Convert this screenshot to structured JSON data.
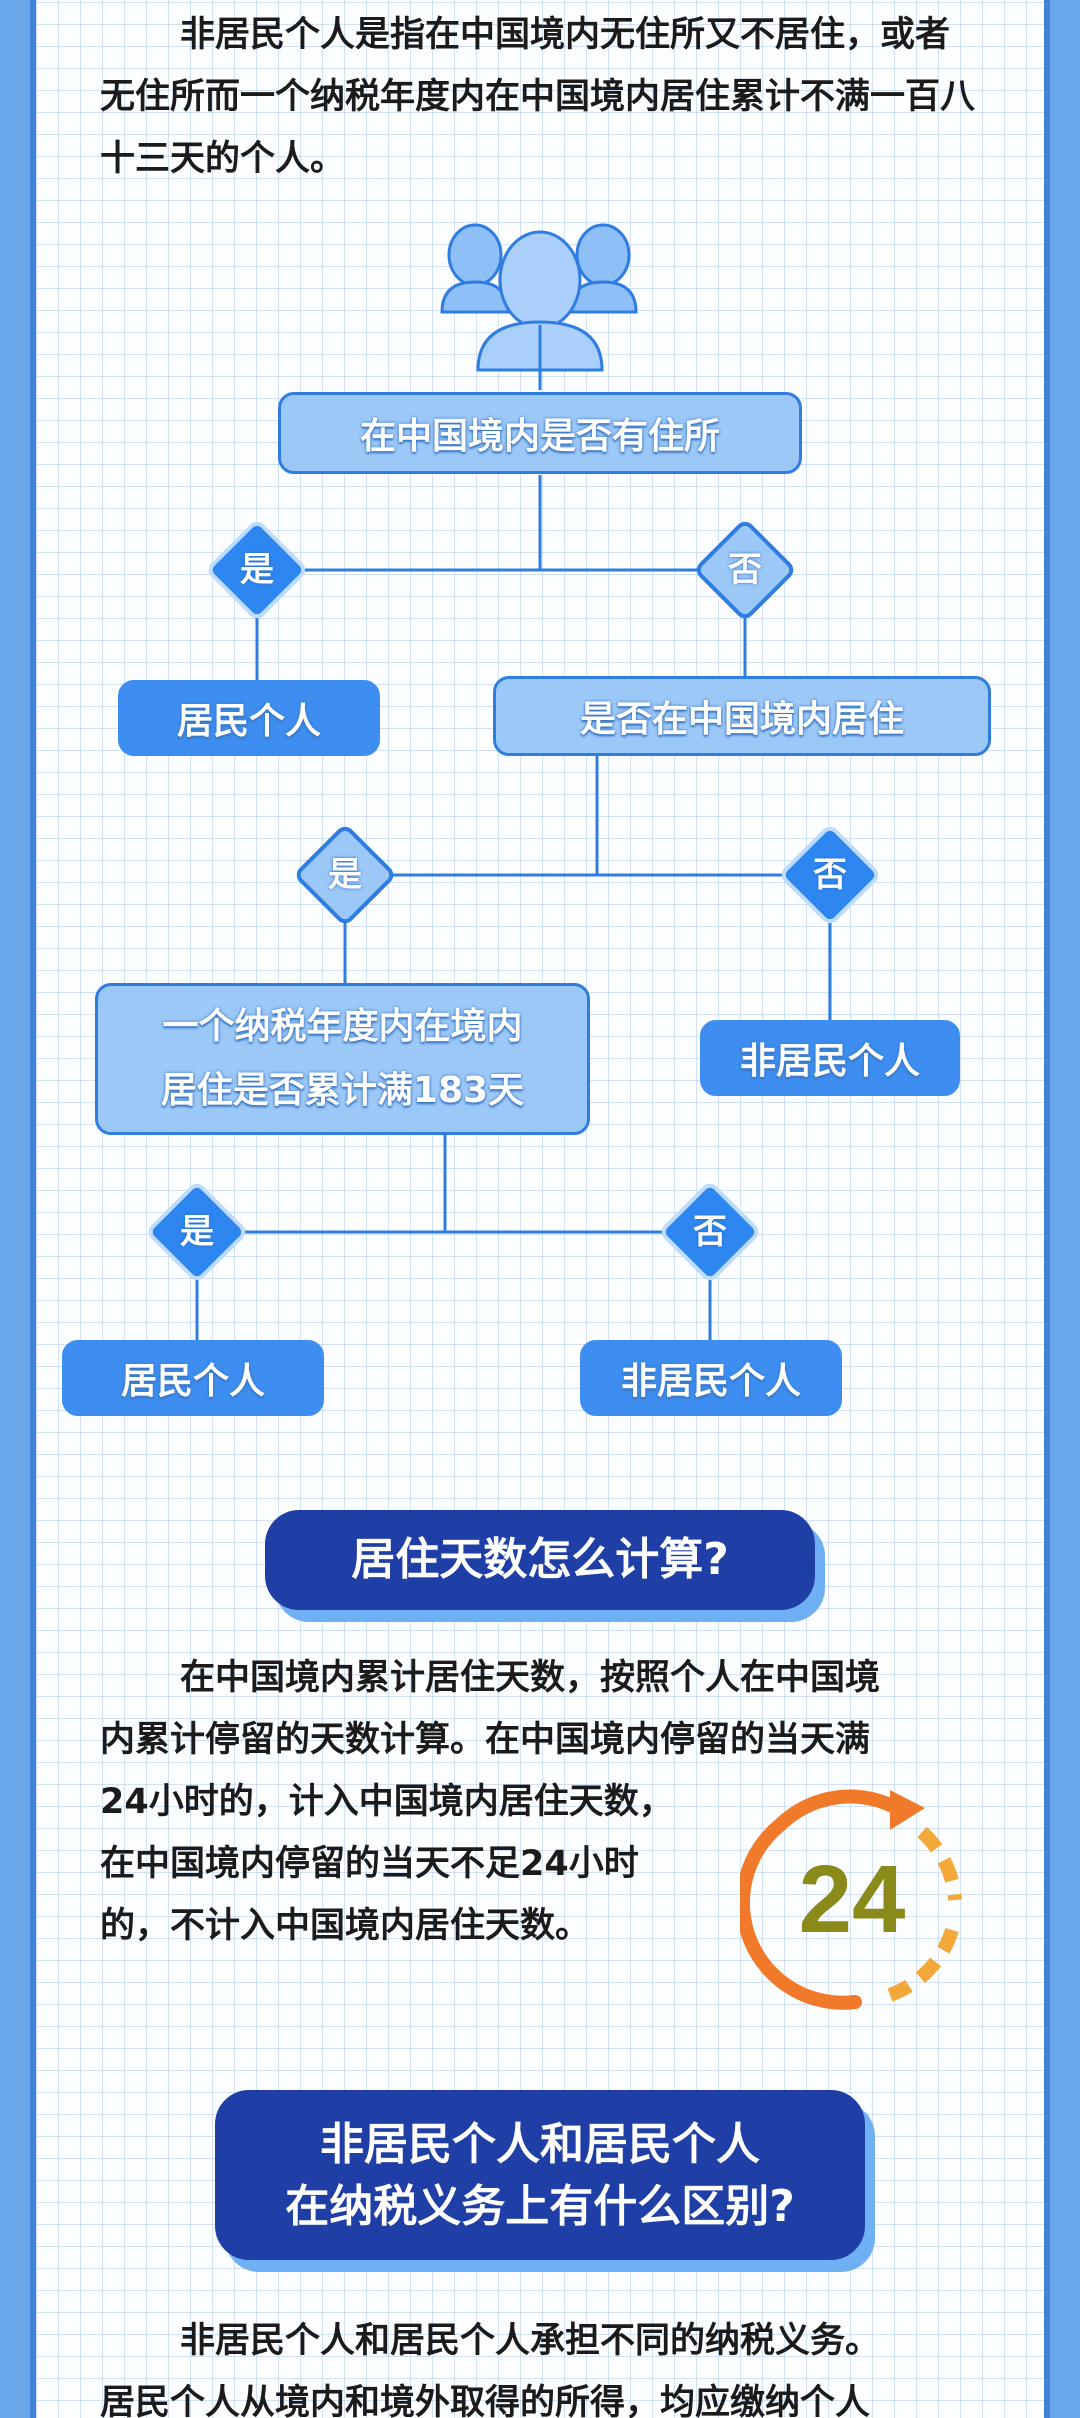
{
  "intro_text": "非居民个人是指在中国境内无住所又不居住，或者无住所而一个纳税年度内在中国境内居住累计不满一百八十三天的个人。",
  "flowchart": {
    "q1": "在中国境内是否有住所",
    "q1_yes": "是",
    "q1_no": "否",
    "q1_yes_result": "居民个人",
    "q2": "是否在中国境内居住",
    "q2_yes": "是",
    "q2_no": "否",
    "q2_no_result": "非居民个人",
    "q3_line1": "一个纳税年度内在境内",
    "q3_line2": "居住是否累计满183天",
    "q3_yes": "是",
    "q3_no": "否",
    "q3_yes_result": "居民个人",
    "q3_no_result": "非居民个人"
  },
  "section1": {
    "heading": "居住天数怎么计算?",
    "para_line1": "在中国境内累计居住天数，按照个人在中国境",
    "para_line2": "内累计停留的天数计算。在中国境内停留的当天满",
    "para_line3": "24小时的，计入中国境内居住天数，",
    "para_line4": "在中国境内停留的当天不足24小时",
    "para_line5": "的，不计入中国境内居住天数。",
    "clock_number": "24"
  },
  "section2": {
    "heading_line1": "非居民个人和居民个人",
    "heading_line2": "在纳税义务上有什么区别?",
    "para_line1": "非居民个人和居民个人承担不同的纳税义务。",
    "para_line2": "居民个人从境内和境外取得的所得，均应缴纳个人"
  },
  "colors": {
    "accent_blue": "#2e87f1",
    "dark_navy": "#1f3fa6",
    "light_box": "#9cc8f8",
    "clock_orange": "#f0862e",
    "clock_number": "#8a8a1a"
  }
}
